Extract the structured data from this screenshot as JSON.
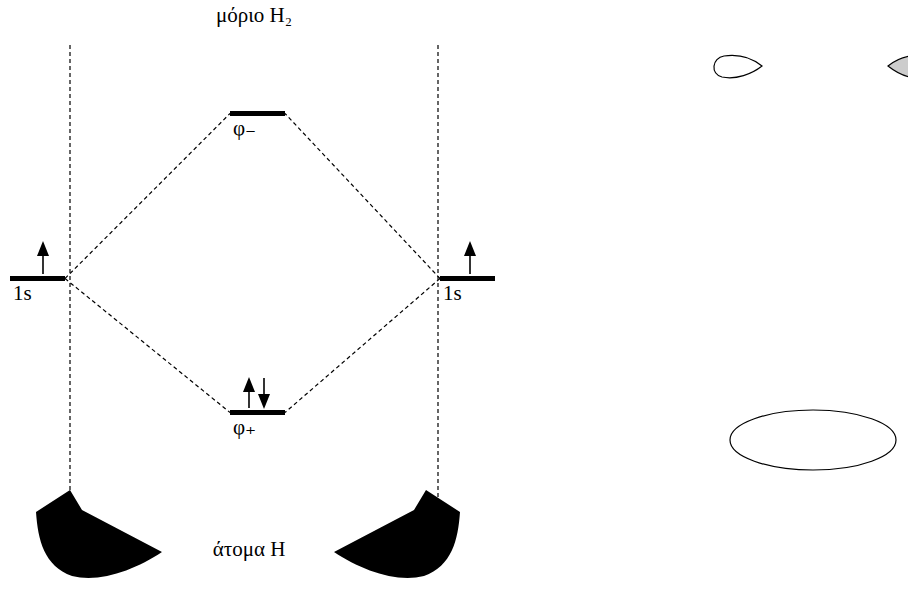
{
  "diagram": {
    "title": "μόριο H₂",
    "nodes": [
      {
        "text": [
          "1s"
        ]
      },
      {
        "text": [
          "φ₋"
        ]
      },
      {
        "text": [
          "φ₊"
        ]
      },
      {
        "text": [
          "1s"
        ]
      }
    ],
    "edges": [
      {
        "from": 0,
        "to": 1,
        "arrow": "none"
      },
      {
        "from": 0,
        "to": 2,
        "arrow": "none"
      },
      {
        "from": 3,
        "to": 1,
        "arrow": "none"
      },
      {
        "from": 3,
        "to": 2,
        "arrow": "none"
      }
    ],
    "labels": [
      "άτομα H"
    ]
  }
}
